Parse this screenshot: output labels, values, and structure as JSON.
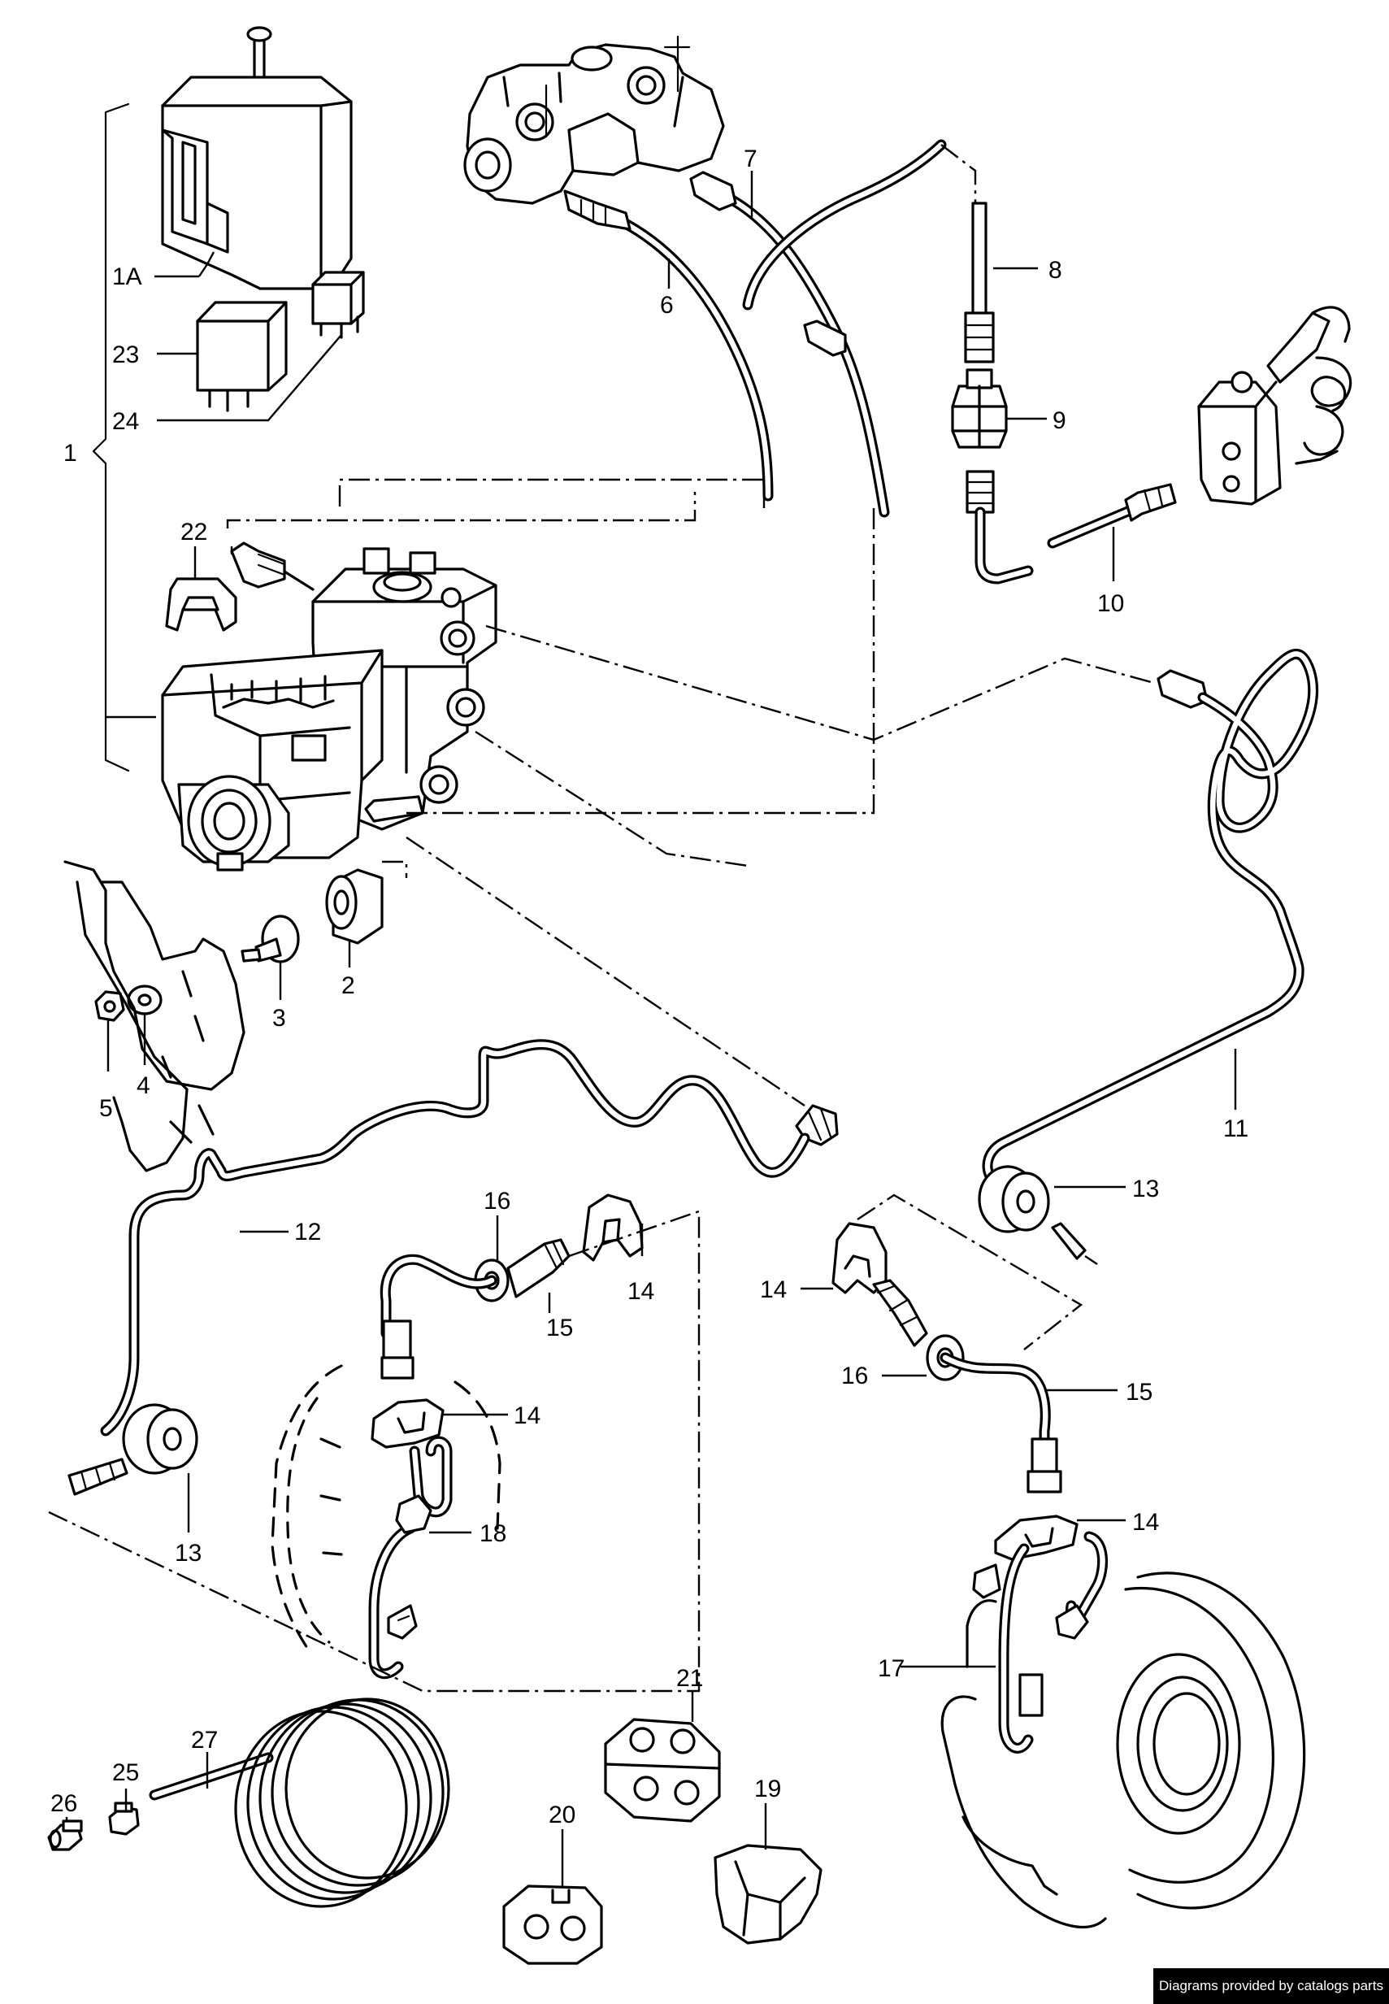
{
  "callouts": {
    "c1": "1",
    "c1A": "1A",
    "c2": "2",
    "c3": "3",
    "c4": "4",
    "c5": "5",
    "c6": "6",
    "c7": "7",
    "c8": "8",
    "c9": "9",
    "c10": "10",
    "c11": "11",
    "c12": "12",
    "c13a": "13",
    "c13b": "13",
    "c14a": "14",
    "c14b": "14",
    "c14c": "14",
    "c14d": "14",
    "c15a": "15",
    "c15b": "15",
    "c16a": "16",
    "c16b": "16",
    "c17": "17",
    "c18": "18",
    "c19": "19",
    "c20": "20",
    "c21": "21",
    "c22": "22",
    "c23": "23",
    "c24": "24",
    "c25": "25",
    "c26": "26",
    "c27": "27"
  },
  "footer": {
    "text": "Diagrams provided by catalogs parts"
  }
}
